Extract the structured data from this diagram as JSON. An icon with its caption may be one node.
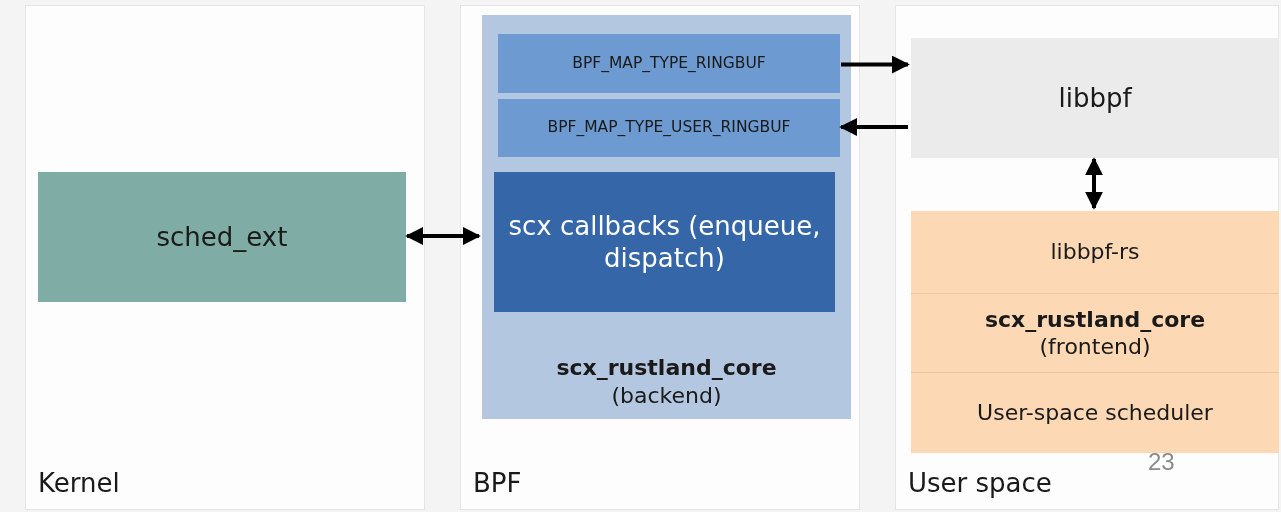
{
  "diagram": {
    "nodes": [
      {
        "text": [
          "Kernel"
        ]
      },
      {
        "text": [
          "sched_ext"
        ],
        "in": 0
      },
      {
        "text": [
          "BPF"
        ]
      },
      {
        "text": [
          "scx_rustland_core",
          "(backend)"
        ],
        "in": 2
      },
      {
        "text": [
          "BPF_MAP_TYPE_RINGBUF"
        ],
        "in": 3
      },
      {
        "text": [
          "BPF_MAP_TYPE_USER_RINGBUF"
        ],
        "in": 3
      },
      {
        "text": [
          "scx callbacks (enqueue, dispatch)"
        ],
        "in": 3
      },
      {
        "text": [
          "User space"
        ]
      },
      {
        "text": [
          "libbpf"
        ],
        "in": 7
      },
      {
        "text": [
          "libbpf-rs"
        ],
        "in": 7
      },
      {
        "text": [
          "scx_rustland_core",
          "(frontend)"
        ],
        "in": 7
      },
      {
        "text": [
          "User-space scheduler"
        ],
        "in": 7
      }
    ],
    "edges": [
      {
        "from": 1,
        "to": 3,
        "arrow": "both"
      },
      {
        "from": 4,
        "to": 8,
        "arrow": "to"
      },
      {
        "from": 8,
        "to": 5,
        "arrow": "to"
      },
      {
        "from": 8,
        "to": 9,
        "arrow": "both"
      }
    ],
    "labels": [
      "23"
    ]
  }
}
